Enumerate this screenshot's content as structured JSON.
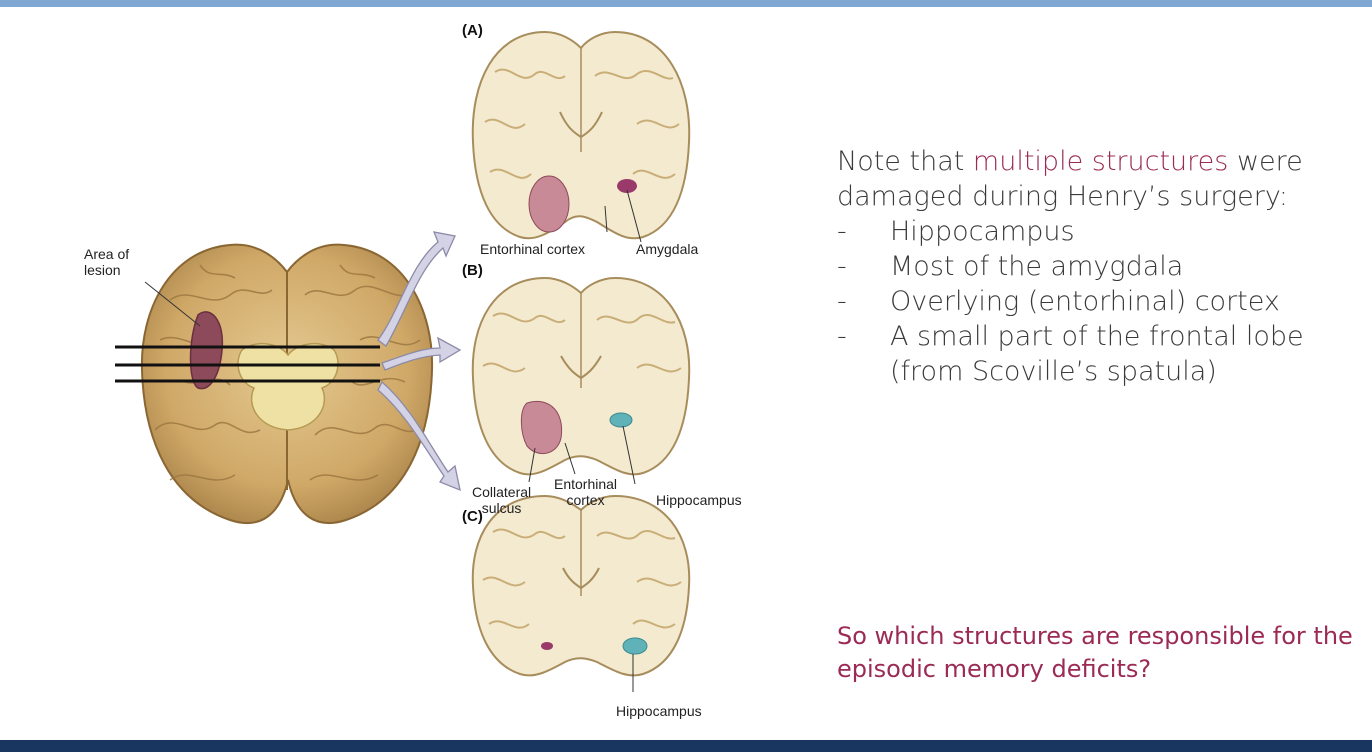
{
  "figure": {
    "lesion_label": "Area of\nlesion",
    "panels": [
      {
        "letter": "(A)",
        "labels": [
          "Entorhinal cortex",
          "Amygdala"
        ]
      },
      {
        "letter": "(B)",
        "labels": [
          "Collateral\nsulcus",
          "Entorhinal\ncortex",
          "Hippocampus"
        ]
      },
      {
        "letter": "(C)",
        "labels": [
          "Hippocampus"
        ]
      }
    ],
    "colors": {
      "brain": "#d8b57a",
      "brain_dark": "#8a6632",
      "section_fill": "#f4ead0",
      "section_outline": "#a88d5c",
      "lesion": "#8d4a5a",
      "entorhinal_pink": "#c88a96",
      "hippocampus_teal": "#5fb3b8",
      "arrow": "#d4d3e6"
    }
  },
  "notes": {
    "intro_prefix": "Note that ",
    "intro_highlight": "multiple structures",
    "intro_suffix": " were damaged during Henry’s surgery:",
    "items": [
      {
        "dash": "-",
        "text": "Hippocampus"
      },
      {
        "dash": "-",
        "text": "Most of the amygdala"
      },
      {
        "dash": "-",
        "text": "Overlying (entorhinal) cortex"
      },
      {
        "dash": "-",
        "text": "A small part of the frontal lobe (from Scoville’s spatula)"
      }
    ],
    "question": "So which structures are responsible for the episodic memory deficits?"
  },
  "theme": {
    "top_bar": "#7fa7d2",
    "bottom_bar": "#18365f",
    "highlight": "#9b2a55"
  }
}
